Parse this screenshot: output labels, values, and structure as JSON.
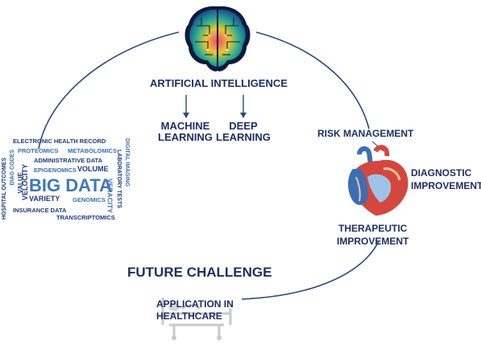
{
  "top": {
    "ai_label": "ARTIFICIAL INTELLIGENCE",
    "ml_label_line1": "MACHINE",
    "ml_label_line2": "LEARNING",
    "dl_label_line1": "DEEP",
    "dl_label_line2": "LEARNING"
  },
  "right": {
    "risk": "RISK MANAGEMENT",
    "diag_line1": "DIAGNOSTIC",
    "diag_line2": "IMPROVEMENT",
    "ther_line1": "THERAPEUTIC",
    "ther_line2": "IMPROVEMENT"
  },
  "bottom": {
    "future": "FUTURE CHALLENGE",
    "app_line1": "APPLICATION IN",
    "app_line2": "HEALTHCARE"
  },
  "word_cloud": {
    "ehr": "ELECTRONIC HEALTH RECORD",
    "proteomics": "PROTEOMICS",
    "metabolomics": "METABOLOMICS",
    "admin": "ADMINISTRATIVE DATA",
    "epigenomics": "EPIGENOMICS",
    "volume": "VOLUME",
    "big_data": "BIG DATA",
    "velocity": "VELOCITY",
    "variety": "VARIETY",
    "genomics": "GENOMICS",
    "veracity": "VERACITY",
    "insurance": "INSURANCE DATA",
    "transcriptomics": "TRANSCRIPTOMICS",
    "hospital": "HOSPITAL OUTCOMES",
    "diag_codes": "DIAG CODES",
    "digital_imaging": "DIGITAL IMAGING",
    "lab_tests": "LABORATORY TESTS",
    "value": "VALUE"
  },
  "colors": {
    "text_dark": "#1d2f63",
    "word_blue": "#3a6fb0",
    "cycle_line": "#2f4a78",
    "heart_red": "#d4473f",
    "heart_blue": "#3b6fb5"
  },
  "icons": [
    "brain-circuit-icon",
    "heart-icon",
    "hospital-bed-icon"
  ]
}
